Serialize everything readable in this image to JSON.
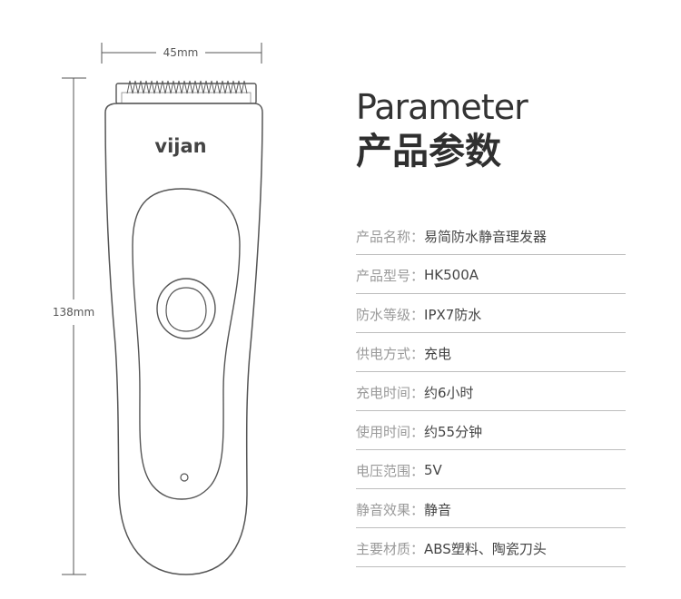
{
  "dimensions": {
    "width_label": "45mm",
    "height_label": "138mm"
  },
  "brand": "vijan",
  "title": {
    "en": "Parameter",
    "cn": "产品参数"
  },
  "params": [
    {
      "label": "产品名称：",
      "value": "易简防水静音理发器"
    },
    {
      "label": "产品型号：",
      "value": "HK500A"
    },
    {
      "label": "防水等级：",
      "value": "IPX7防水"
    },
    {
      "label": "供电方式：",
      "value": "充电"
    },
    {
      "label": "充电时间：",
      "value": "约6小时"
    },
    {
      "label": "使用时间：",
      "value": "约55分钟"
    },
    {
      "label": "电压范围：",
      "value": "5V"
    },
    {
      "label": "静音效果：",
      "value": "静音"
    },
    {
      "label": "主要材质：",
      "value": "ABS塑料、陶瓷刀头"
    }
  ],
  "colors": {
    "outline": "#555555",
    "divider": "#bdbdbd",
    "label": "#9a9a9a",
    "value": "#444444"
  }
}
